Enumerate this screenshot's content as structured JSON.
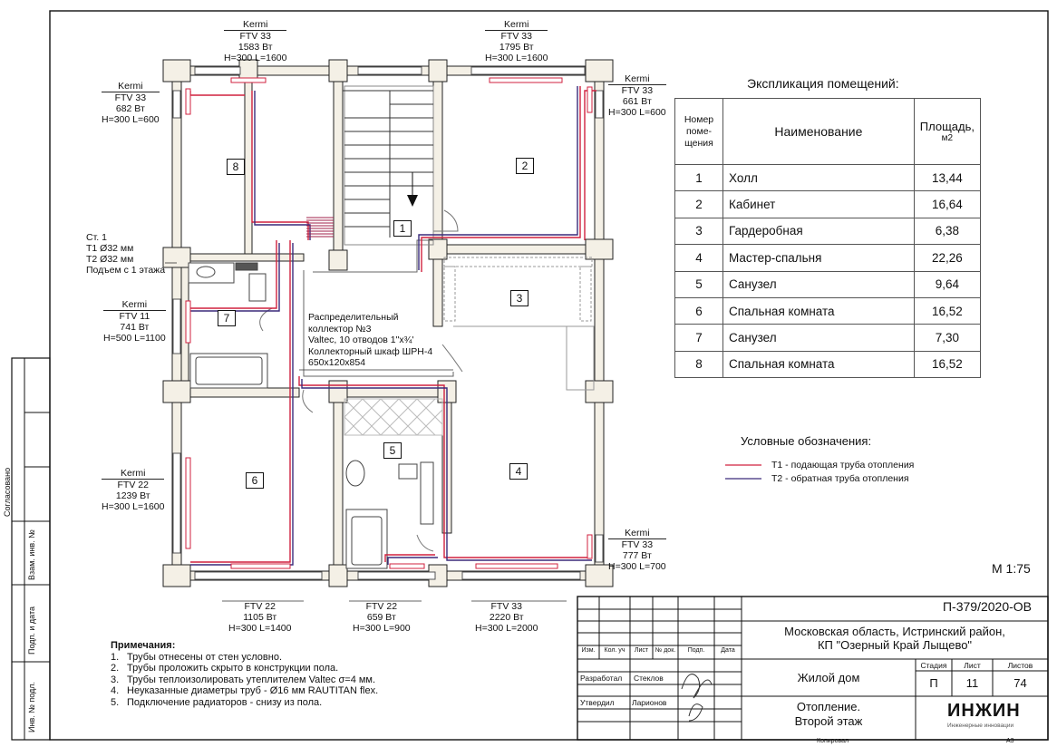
{
  "radiators": [
    {
      "brand": "Kermi",
      "model": "FTV 33",
      "power": "1583 Вт",
      "dims": "H=300 L=1600"
    },
    {
      "brand": "Kermi",
      "model": "FTV 33",
      "power": "1795 Вт",
      "dims": "H=300 L=1600"
    },
    {
      "brand": "Kermi",
      "model": "FTV 33",
      "power": "682 Вт",
      "dims": "H=300 L=600"
    },
    {
      "brand": "Kermi",
      "model": "FTV 33",
      "power": "661 Вт",
      "dims": "H=300 L=600"
    },
    {
      "brand": "Kermi",
      "model": "FTV 11",
      "power": "741 Вт",
      "dims": "H=500 L=1100"
    },
    {
      "brand": "Kermi",
      "model": "FTV 22",
      "power": "1239 Вт",
      "dims": "H=300 L=1600"
    },
    {
      "brand": "Kermi",
      "model": "FTV 33",
      "power": "777 Вт",
      "dims": "H=300 L=700"
    },
    {
      "brand": "",
      "model": "FTV 22",
      "power": "1105 Вт",
      "dims": "H=300 L=1400"
    },
    {
      "brand": "",
      "model": "FTV 22",
      "power": "659 Вт",
      "dims": "H=300 L=900"
    },
    {
      "brand": "",
      "model": "FTV 33",
      "power": "2220 Вт",
      "dims": "H=300 L=2000"
    }
  ],
  "riser": {
    "line1": "Ст. 1",
    "line2": "Т1 Ø32 мм",
    "line3": "Т2 Ø32 мм",
    "line4": "Подъем с 1 этажа"
  },
  "collector": {
    "line1": "Распределительный",
    "line2": "коллектор №3",
    "line3": "Valtec, 10 отводов 1\"x¾'",
    "line4": "Коллекторный шкаф ШРН-4",
    "line5": "650x120x854"
  },
  "room_labels": [
    "1",
    "2",
    "3",
    "4",
    "5",
    "6",
    "7",
    "8"
  ],
  "explication": {
    "title": "Экспликация помещений:",
    "headers": {
      "num": "Номер поме- щения",
      "name": "Наименование",
      "area": "Площадь,",
      "area_unit": "м2"
    },
    "rows": [
      {
        "num": "1",
        "name": "Холл",
        "area": "13,44"
      },
      {
        "num": "2",
        "name": "Кабинет",
        "area": "16,64"
      },
      {
        "num": "3",
        "name": "Гардеробная",
        "area": "6,38"
      },
      {
        "num": "4",
        "name": "Мастер-спальня",
        "area": "22,26"
      },
      {
        "num": "5",
        "name": "Санузел",
        "area": "9,64"
      },
      {
        "num": "6",
        "name": "Спальная комната",
        "area": "16,52"
      },
      {
        "num": "7",
        "name": "Санузел",
        "area": "7,30"
      },
      {
        "num": "8",
        "name": "Спальная комната",
        "area": "16,52"
      }
    ]
  },
  "legend": {
    "title": "Условные обозначения:",
    "t1": "Т1 - подающая труба отопления",
    "t2": "Т2 - обратная труба отопления",
    "t1_color": "#d0213f",
    "t2_color": "#3a2a7a"
  },
  "scale": "М 1:75",
  "notes": {
    "title": "Примечания:",
    "items": [
      "Трубы отнесены от стен условно.",
      "Трубы проложить скрыто в конструкции пола.",
      "Трубы теплоизолировать утеплителем Valtec σ=4 мм.",
      "Неуказанные диаметры труб - Ø16 мм RAUTITAN flex.",
      "Подключение радиаторов - снизу из пола."
    ]
  },
  "stamp": {
    "code": "П-379/2020-ОВ",
    "location1": "Московская область, Истринский район,",
    "location2": "КП \"Озерный Край Лыщево\"",
    "object": "Жилой дом",
    "sheet_title1": "Отопление.",
    "sheet_title2": "Второй этаж",
    "col_headers": [
      "Изм.",
      "Кол. уч",
      "Лист",
      "№ док.",
      "Подп.",
      "Дата"
    ],
    "developed_label": "Разработал",
    "developed_name": "Стеклов",
    "approved_label": "Утвердил",
    "approved_name": "Ларионов",
    "stage_label": "Стадия",
    "stage": "П",
    "sheet_label": "Лист",
    "sheet": "11",
    "sheets_label": "Листов",
    "sheets": "74",
    "logo": "ИНЖИН",
    "logo_sub": "Инженерные инновации",
    "copied": "Копировал",
    "format": "А3"
  },
  "side_stamp": {
    "agreed": "Согласовано",
    "inv_replace": "Взам. инв. №",
    "sign_date": "Подп. и дата",
    "inv_orig": "Инв. № подл."
  }
}
